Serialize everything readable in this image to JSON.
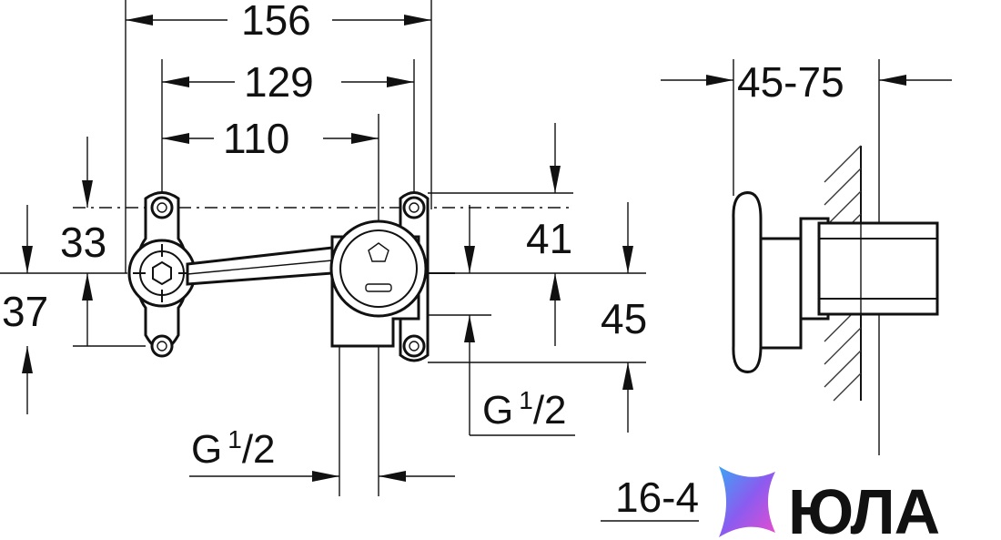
{
  "dimensions": {
    "width_total": "156",
    "width_mounting": "129",
    "width_centers": "110",
    "height_top": "33",
    "height_bottom": "37",
    "height_right_top": "41",
    "height_right_bottom": "45",
    "wall_depth": "45-75",
    "side_depth": "16-4"
  },
  "threads": {
    "inlet_bottom": {
      "main": "G",
      "sup": "1",
      "sub": "/2"
    },
    "inlet_right": {
      "main": "G",
      "sup": "1",
      "sub": "/2"
    }
  },
  "watermark": {
    "brand": "ЮЛА",
    "colors": {
      "pink": "#e84ccf",
      "blue": "#3da3f5",
      "purple": "#8a5cf0"
    }
  }
}
